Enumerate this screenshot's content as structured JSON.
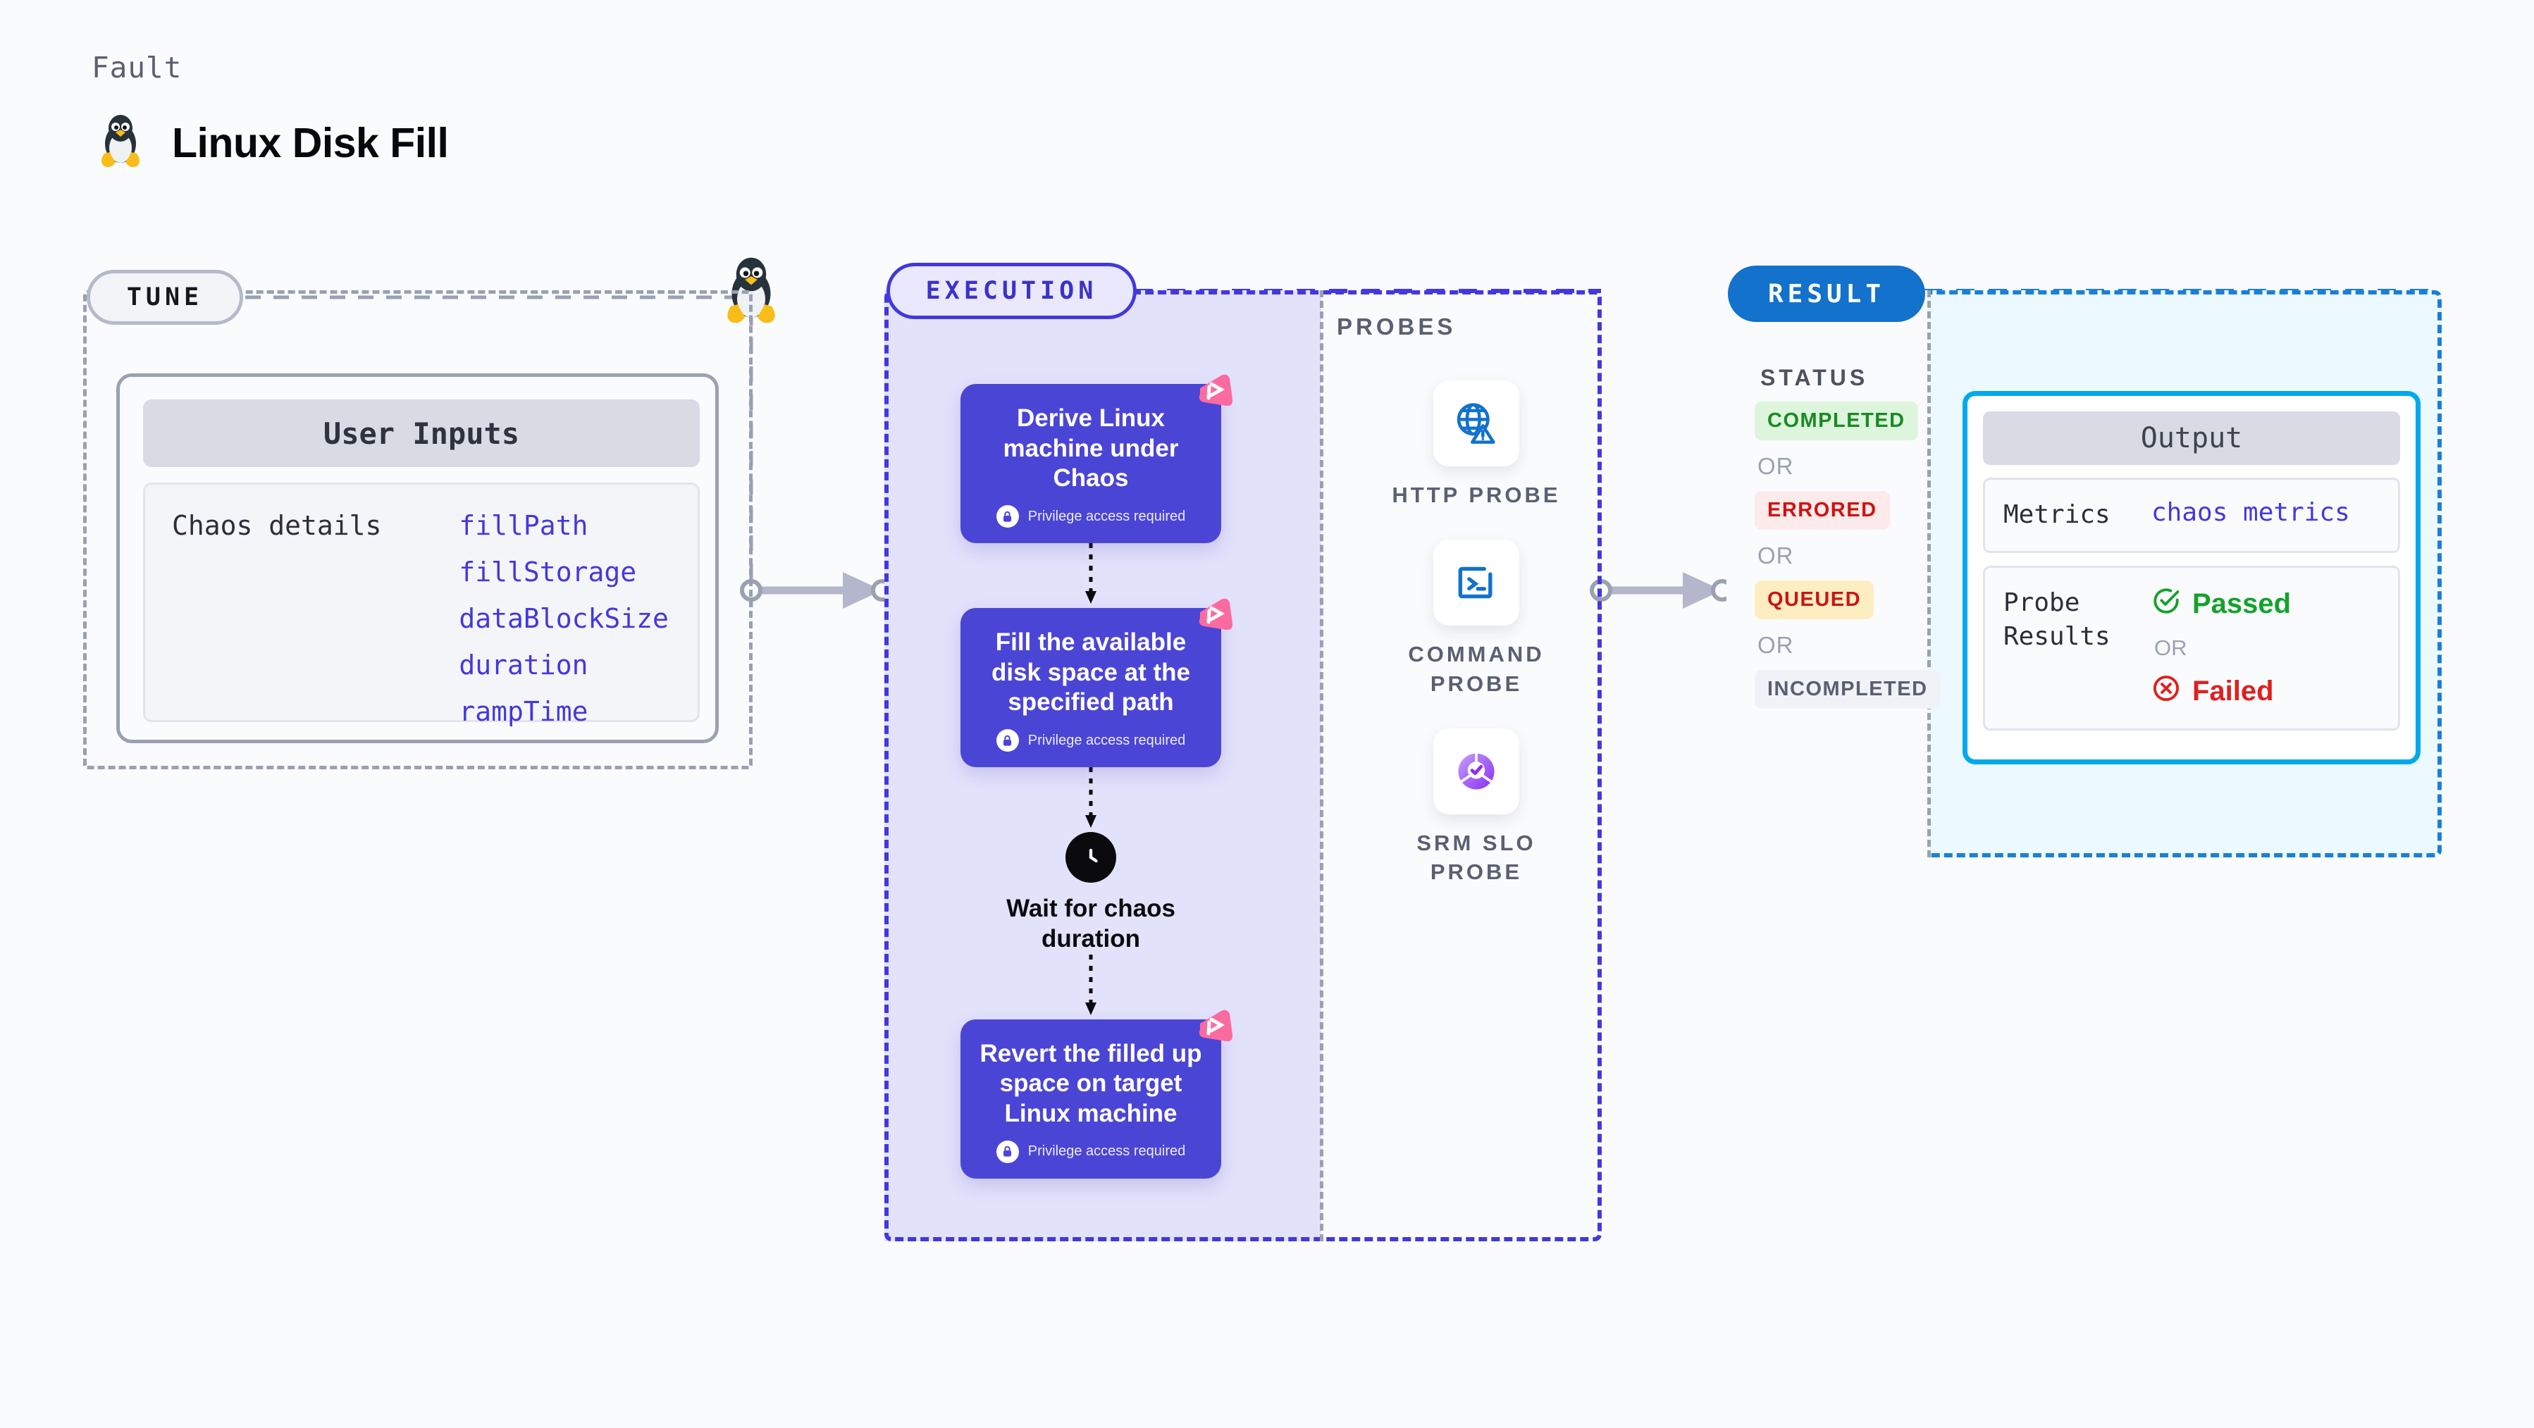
{
  "header": {
    "kicker": "Fault",
    "title": "Linux Disk Fill",
    "icon": "linux-penguin-icon"
  },
  "tune": {
    "pill_label": "TUNE",
    "card_title": "User Inputs",
    "inputs_group_label": "Chaos details",
    "parameters": [
      "fillPath",
      "fillStorage",
      "dataBlockSize",
      "duration",
      "rampTime"
    ]
  },
  "execution": {
    "pill_label": "EXECUTION",
    "steps": [
      {
        "title": "Derive Linux machine under Chaos",
        "badge": "Privilege access required",
        "ribbon_icon": "chaos-ribbon-icon",
        "lock_icon": "lock-icon"
      },
      {
        "title": "Fill the available disk space at the specified path",
        "badge": "Privilege access required",
        "ribbon_icon": "chaos-ribbon-icon",
        "lock_icon": "lock-icon"
      }
    ],
    "wait": {
      "icon": "clock-icon",
      "label": "Wait for chaos duration"
    },
    "final_step": {
      "title": "Revert the filled up space on target Linux machine",
      "badge": "Privilege access required",
      "ribbon_icon": "chaos-ribbon-icon",
      "lock_icon": "lock-icon"
    }
  },
  "probes": {
    "section_label": "PROBES",
    "items": [
      {
        "name": "HTTP PROBE",
        "icon": "globe-warning-icon"
      },
      {
        "name": "COMMAND\nPROBE",
        "icon": "terminal-icon"
      },
      {
        "name": "SRM SLO\nPROBE",
        "icon": "slo-donut-check-icon"
      }
    ]
  },
  "result": {
    "pill_label": "RESULT",
    "status_label": "STATUS",
    "or_label": "OR",
    "statuses": [
      {
        "label": "COMPLETED",
        "text_color": "#1a8a24",
        "bg_color": "#ddf5dc"
      },
      {
        "label": "ERRORED",
        "text_color": "#cc1414",
        "bg_color": "#fdeaea"
      },
      {
        "label": "QUEUED",
        "text_color": "#cc1414",
        "bg_color": "#fdeec2"
      },
      {
        "label": "INCOMPLETED",
        "text_color": "#5a6072",
        "bg_color": "#f1f2f7"
      }
    ],
    "output": {
      "title": "Output",
      "metrics_key": "Metrics",
      "metrics_value": "chaos metrics",
      "probe_results_key": "Probe\nResults",
      "passed_label": "Passed",
      "failed_label": "Failed",
      "or_label": "OR",
      "pass_icon": "check-circle-icon",
      "fail_icon": "x-circle-icon"
    }
  },
  "colors": {
    "indigo": "#4338dd",
    "card_indigo": "#4b45d6",
    "exec_fill": "#e3e2fb",
    "result_blue": "#1272cc",
    "output_cyan": "#00a9ec",
    "result_fill": "#ecfaff",
    "pink_ribbon": "#fb6ba0",
    "gray_dash": "#98a0b3",
    "page_bg": "#fafbfd"
  },
  "connectors": {
    "tune_to_execution": "arrow-right",
    "probes_to_result": "arrow-right"
  }
}
